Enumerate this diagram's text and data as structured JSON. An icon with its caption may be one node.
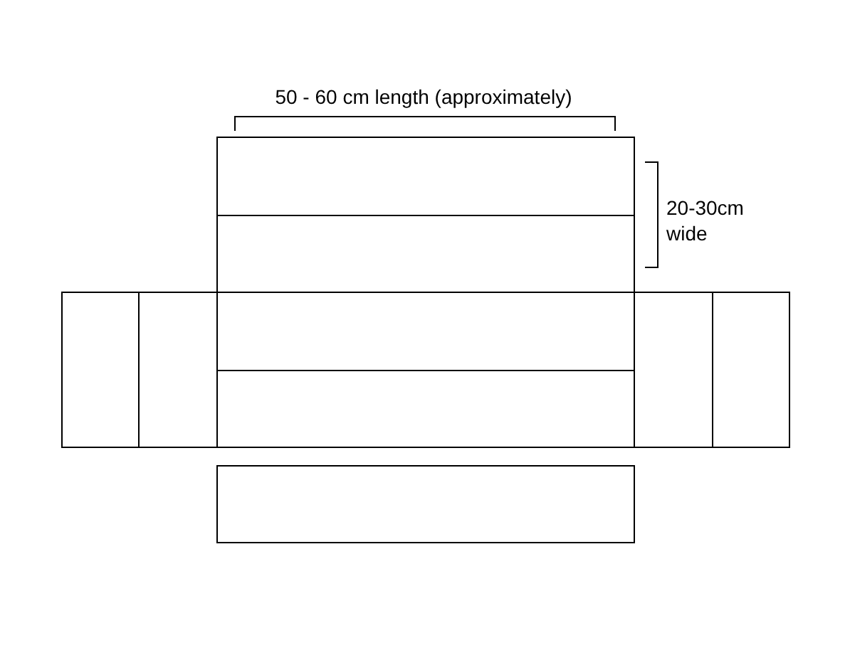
{
  "diagram": {
    "nodes": [
      {
        "text": [],
        "shape": "box"
      },
      {
        "text": [],
        "shape": "box"
      },
      {
        "text": [],
        "shape": "box"
      },
      {
        "text": [],
        "shape": "box"
      },
      {
        "text": [],
        "shape": "box"
      },
      {
        "text": [],
        "shape": "box"
      },
      {
        "text": [],
        "shape": "box"
      },
      {
        "text": [],
        "shape": "box"
      },
      {
        "text": [],
        "shape": "box"
      }
    ],
    "labels": [
      "50 - 60 cm length (approximately)",
      "20-30cm wide"
    ]
  }
}
